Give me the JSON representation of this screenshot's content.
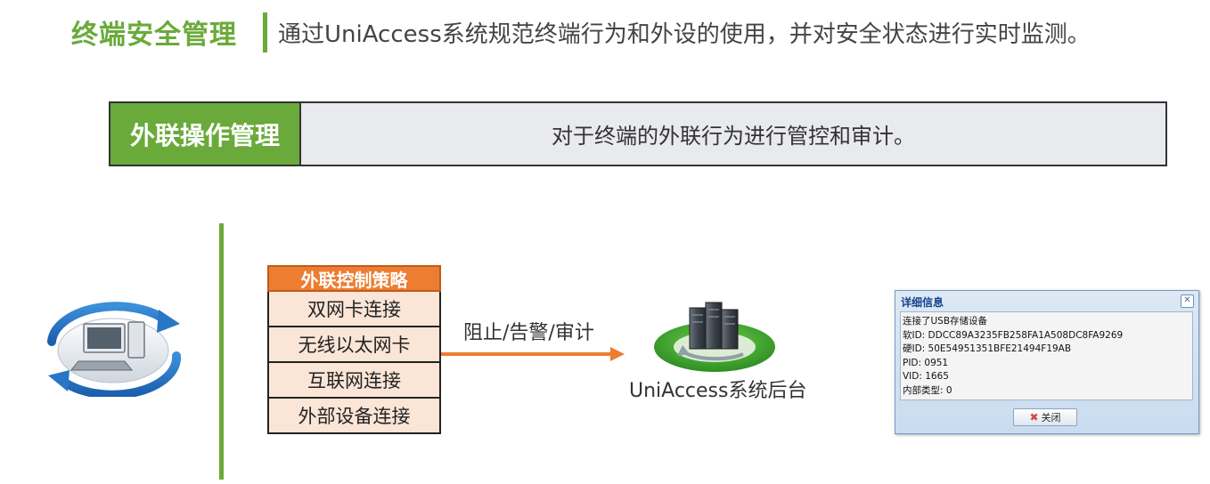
{
  "header": {
    "title": "终端安全管理",
    "description": "通过UniAccess系统规范终端行为和外设的使用，并对安全状态进行实时监测。"
  },
  "banner": {
    "label": "外联操作管理",
    "text": "对于终端的外联行为进行管控和审计。"
  },
  "policy": {
    "header": "外联控制策略",
    "items": [
      "双网卡连接",
      "无线以太网卡",
      "互联网连接",
      "外部设备连接"
    ]
  },
  "arrow_label": "阻止/告警/审计",
  "server_label": "UniAccess系统后台",
  "dialog": {
    "title": "详细信息",
    "lines": [
      "连接了USB存储设备",
      "软ID: DDCC89A3235FB258FA1A508DC8FA9269",
      "硬ID: 50E54951351BFE21494F19AB",
      "PID: 0951",
      "VID: 1665",
      "内部类型: 0"
    ],
    "close_button": "关闭"
  },
  "colors": {
    "green": "#6aaa3a",
    "orange": "#ed7d31",
    "policy_row_bg": "#fbe5d6",
    "banner_bg": "#e9eaee",
    "dialog_title": "#15428b"
  },
  "icons": {
    "terminal": "computer-sync-icon",
    "server": "server-cluster-icon",
    "dialog_close": "close-icon",
    "button_close": "x-icon"
  }
}
